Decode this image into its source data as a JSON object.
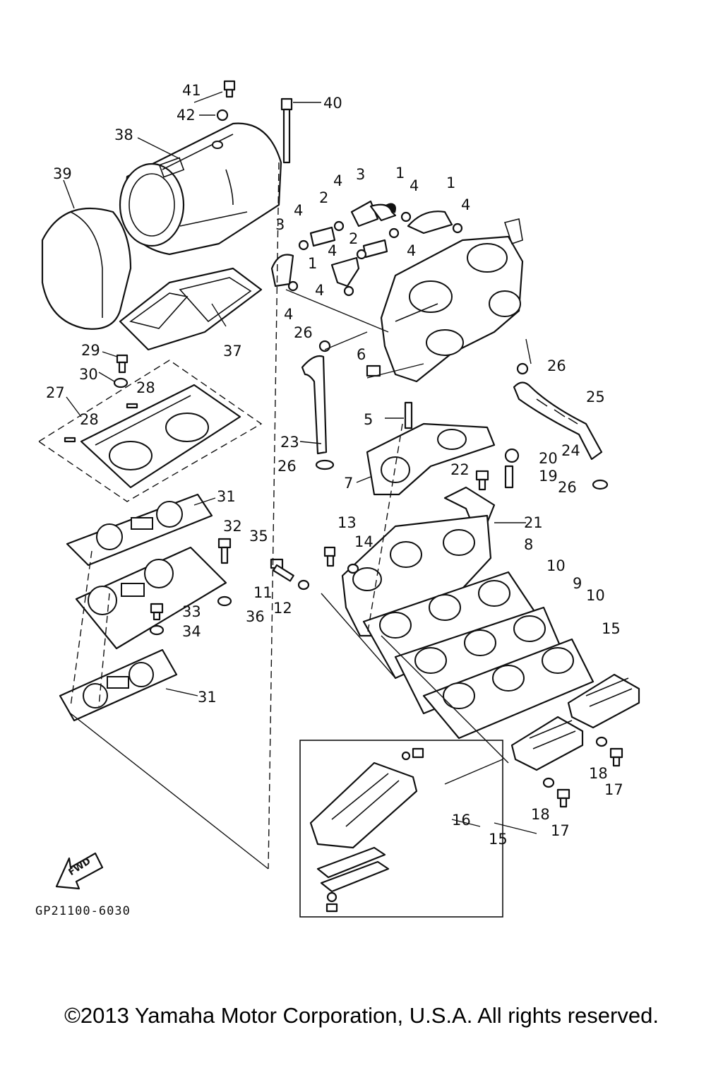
{
  "diagram": {
    "callouts": [
      "41",
      "42",
      "40",
      "38",
      "39",
      "3",
      "1",
      "4",
      "2",
      "3",
      "4",
      "4",
      "1",
      "4",
      "4",
      "2",
      "4",
      "1",
      "4",
      "4",
      "37",
      "29",
      "30",
      "26",
      "6",
      "26",
      "27",
      "28",
      "28",
      "25",
      "5",
      "23",
      "24",
      "20",
      "26",
      "7",
      "22",
      "19",
      "26",
      "31",
      "21",
      "13",
      "32",
      "35",
      "14",
      "8",
      "11",
      "12",
      "10",
      "9",
      "10",
      "33",
      "36",
      "15",
      "34",
      "31",
      "18",
      "17",
      "16",
      "15",
      "18",
      "17"
    ],
    "part_code": "GP21100-6030",
    "fwd_label": "FWD"
  },
  "footer": {
    "copyright": "©2013 Yamaha Motor Corporation, U.S.A. All rights reserved."
  }
}
